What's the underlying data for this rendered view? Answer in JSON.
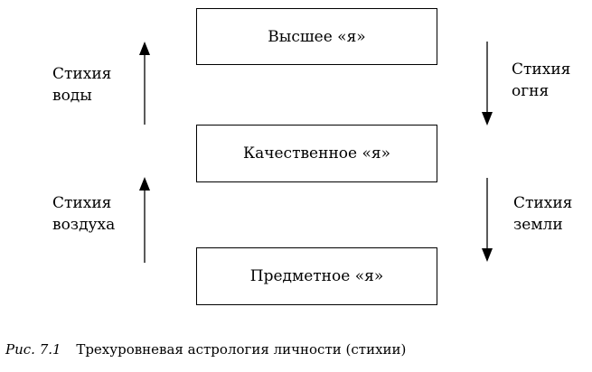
{
  "boxes": {
    "higher": "Высшее «я»",
    "qualitative": "Качественное «я»",
    "subject": "Предметное «я»"
  },
  "elements": {
    "water": [
      "Стихия",
      "воды"
    ],
    "air": [
      "Стихия",
      "воздуха"
    ],
    "fire": [
      "Стихия",
      "огня"
    ],
    "earth": [
      "Стихия",
      "земли"
    ]
  },
  "caption": {
    "figure": "Рис. 7.1",
    "text": "Трехуровневая астрология личности (стихии)"
  },
  "colors": {
    "line": "#000000",
    "background": "#ffffff"
  }
}
